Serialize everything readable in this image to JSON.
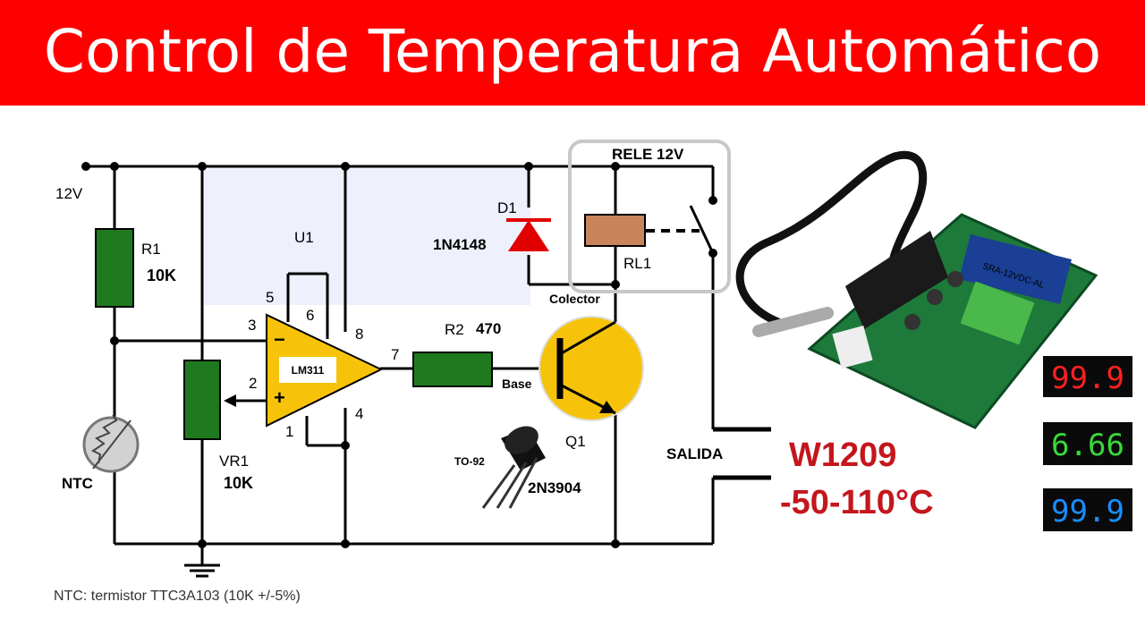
{
  "title": "Control de Temperatura Automático",
  "colors": {
    "banner": "#ff0000",
    "resistor": "#1f7a1f",
    "relay_coil": "#c8845a",
    "opamp": "#f7c30a",
    "transistor": "#f7c30a",
    "diode": "#e00000",
    "highlight": "#eef0fb",
    "module_text": "#c4161c",
    "display_red": "#ff2020",
    "display_green": "#38d838",
    "display_blue": "#1a8cff"
  },
  "labels": {
    "supply": "12V",
    "r1_name": "R1",
    "r1_value": "10K",
    "u1": "U1",
    "pin5": "5",
    "pin6": "6",
    "pin3": "3",
    "pin8": "8",
    "pin2": "2",
    "pin4": "4",
    "pin1": "1",
    "pin7": "7",
    "opamp_minus": "−",
    "opamp_plus": "+",
    "lm311": "LM311",
    "d1_name": "D1",
    "d1_part": "1N4148",
    "relay_title": "RELE 12V",
    "rl1": "RL1",
    "collector": "Colector",
    "r2_name": "R2",
    "r2_value": "470",
    "base": "Base",
    "vr1_name": "VR1",
    "vr1_value": "10K",
    "ntc": "NTC",
    "q1": "Q1",
    "to92": "TO-92",
    "transistor_part": "2N3904",
    "salida": "SALIDA",
    "module_name": "W1209",
    "module_range": "-50-110°C",
    "footnote": "NTC: termistor TTC3A103 (10K +/-5%)"
  },
  "displays": [
    {
      "value": "99.9",
      "color": "red"
    },
    {
      "value": "6.66",
      "color": "green"
    },
    {
      "value": "99.9",
      "color": "blue"
    }
  ],
  "module_board_text": "SRA-12VDC-AL"
}
